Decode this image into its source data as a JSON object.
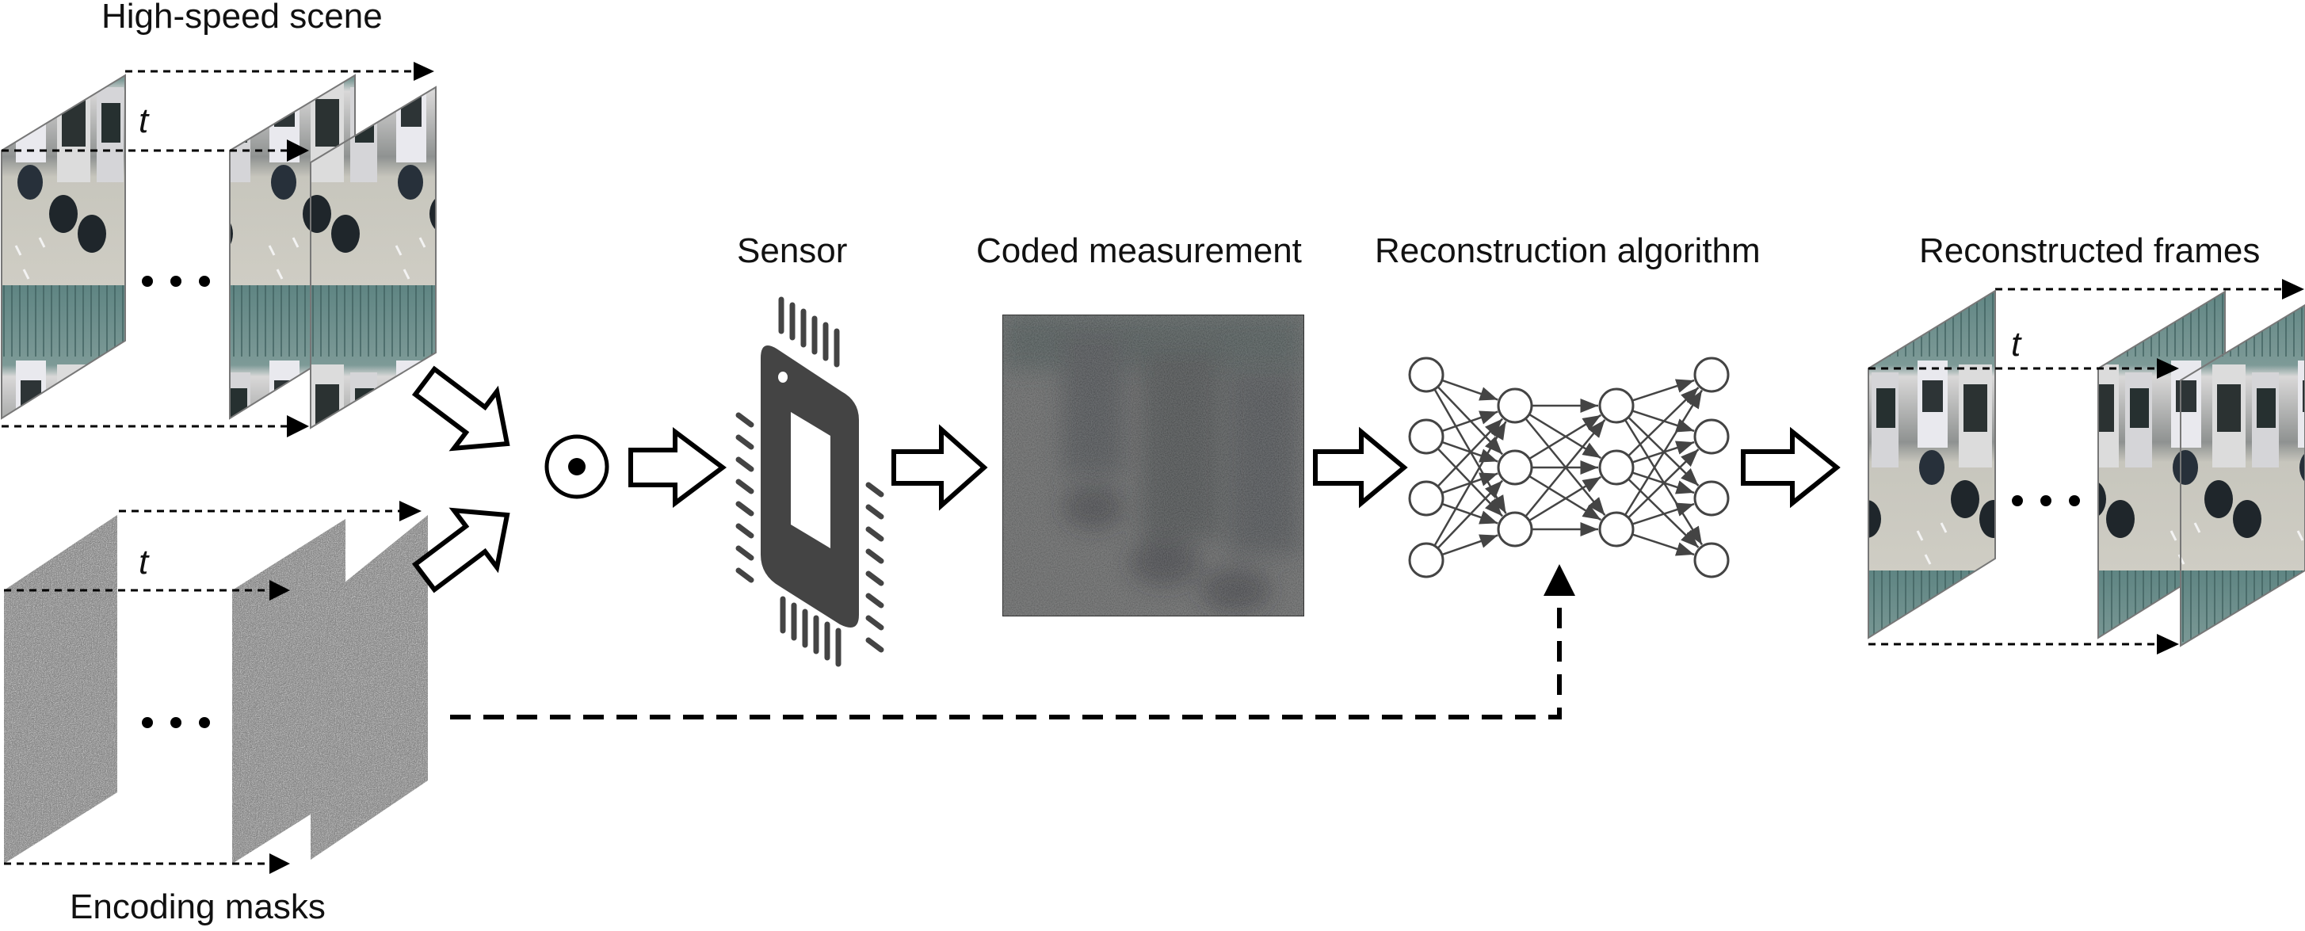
{
  "labels": {
    "scene": "High-speed scene",
    "masks": "Encoding masks",
    "sensor": "Sensor",
    "measurement": "Coded measurement",
    "algorithm": "Reconstruction algorithm",
    "reconstructed": "Reconstructed frames",
    "time_axis": "t",
    "ellipsis": "• • •"
  },
  "operator": {
    "symbol": "⊙",
    "meaning": "element-wise multiplication"
  },
  "network": {
    "layers": [
      4,
      3,
      3,
      4
    ]
  },
  "colors": {
    "ink": "#000000",
    "chip": "#444444",
    "node_stroke": "#444444",
    "scene_sky": "#6f8f8c",
    "scene_road": "#c9c7bd",
    "mask_noise": "#7a7a7a",
    "measurement": "#3c3e3e"
  }
}
